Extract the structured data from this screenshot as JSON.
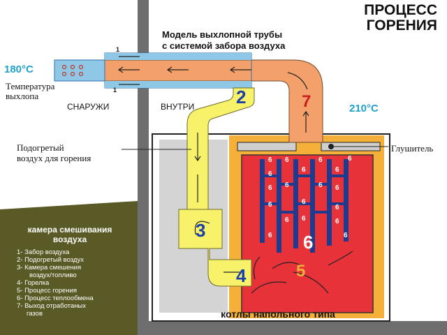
{
  "title": [
    "ПРОЦЕСС",
    "ГОРЕНИЯ"
  ],
  "pipe_model": [
    "Модель выхлопной трубы",
    "с системой забора воздуха"
  ],
  "temperatures": {
    "exhaust_out": "180°C",
    "flue_gas": "210°C"
  },
  "labels": {
    "exhaust_temperature": [
      "Температура",
      "выхлопа"
    ],
    "outside": "СНАРУЖИ",
    "inside": "ВНУТРИ",
    "preheated_air": [
      "Подогретый",
      "воздух для горения"
    ],
    "silencer": "Глушитель",
    "pipe_tick_top": "1",
    "pipe_tick_bottom": "1",
    "boiler_type": "котлы напольного типа"
  },
  "mixing_chamber_title": [
    "камера смешивания",
    "воздуха"
  ],
  "legend": [
    "1- Забор воздуха",
    "2- Подогретый воздух",
    "3- Камера смешения",
    "воздух/топливо",
    "4- Горелка",
    "5- Процесс горения",
    "6- Процесс теплообмена",
    "7- Выход отработаных",
    "газов"
  ],
  "stage_numbers": {
    "n2": "2",
    "n3": "3",
    "n4": "4",
    "n5": "5",
    "n6_big": "6",
    "n7": "7",
    "n6_small": "6"
  },
  "colors": {
    "background_left": "#ffffff",
    "panel_olive": "#5a5a26",
    "divider_gray": "#6e6e6e",
    "pipe_blue": "#8fc7e6",
    "exhaust_orange": "#f4a06a",
    "air_yellow": "#f7f26a",
    "flame_red": "#e8323a",
    "insulation_orange": "#f5b03a",
    "stage_number_blue": "#1d3fa8",
    "stage_number_red": "#c82020",
    "temperature_cyan": "#1fa0c8"
  }
}
